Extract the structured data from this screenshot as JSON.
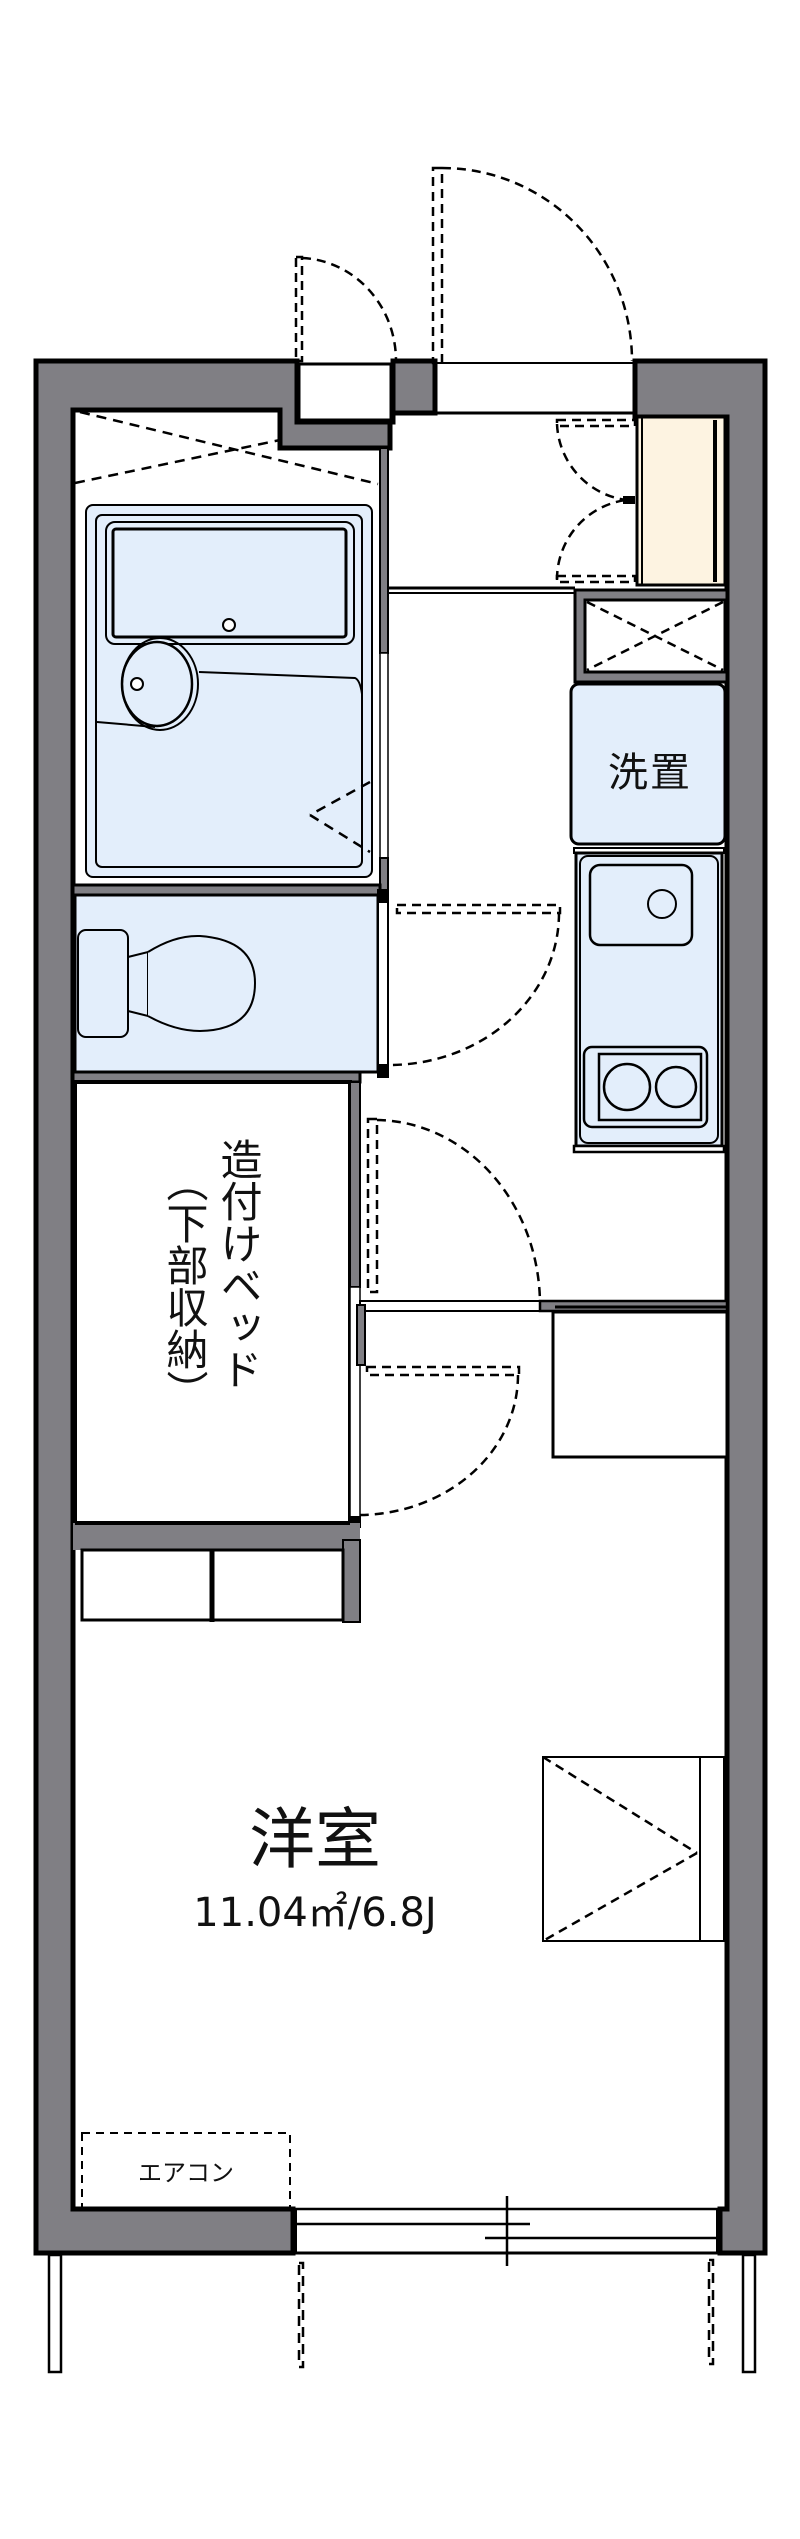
{
  "floor_plan": {
    "rooms": {
      "western_room": {
        "name": "洋室",
        "area": "11.04㎡/6.8J"
      }
    },
    "fixtures": {
      "washer_space": "洗置",
      "built_in_bed": "造付けベッド",
      "built_in_bed_note": "（下部収納）",
      "air_conditioner": "エアコン"
    },
    "colors": {
      "wall": "#807f84",
      "wet_area": "#e3eefb",
      "shoe_cabinet": "#fdf3e1",
      "line": "#000000",
      "background": "#ffffff"
    }
  }
}
